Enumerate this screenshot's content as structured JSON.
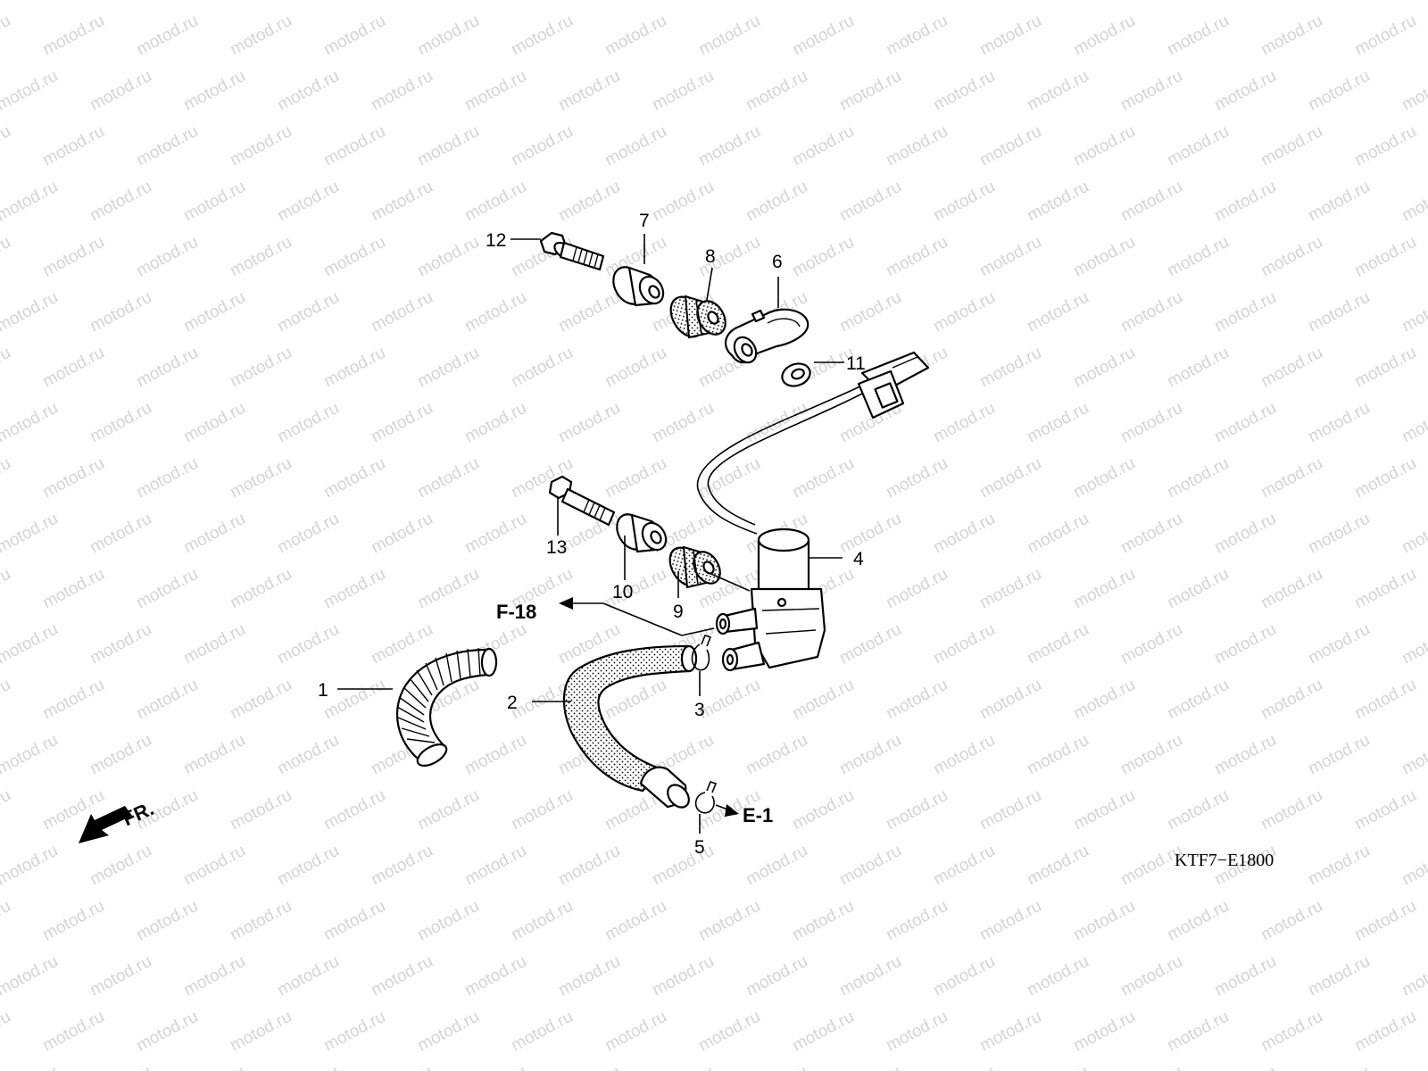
{
  "watermark": {
    "text": "motod.ru"
  },
  "diagram_code": "KTF7−E1800",
  "direction_label": "FR.",
  "references": {
    "f18": "F-18",
    "e1": "E-1"
  },
  "callouts": [
    {
      "id": "1",
      "label": "1"
    },
    {
      "id": "2",
      "label": "2"
    },
    {
      "id": "3",
      "label": "3"
    },
    {
      "id": "4",
      "label": "4"
    },
    {
      "id": "5",
      "label": "5"
    },
    {
      "id": "6",
      "label": "6"
    },
    {
      "id": "7",
      "label": "7"
    },
    {
      "id": "8",
      "label": "8"
    },
    {
      "id": "9",
      "label": "9"
    },
    {
      "id": "10",
      "label": "10"
    },
    {
      "id": "11",
      "label": "11"
    },
    {
      "id": "12",
      "label": "12"
    },
    {
      "id": "13",
      "label": "13"
    }
  ],
  "colors": {
    "ink": "#000000",
    "watermark": "#d4d4d4",
    "background": "#ffffff"
  }
}
